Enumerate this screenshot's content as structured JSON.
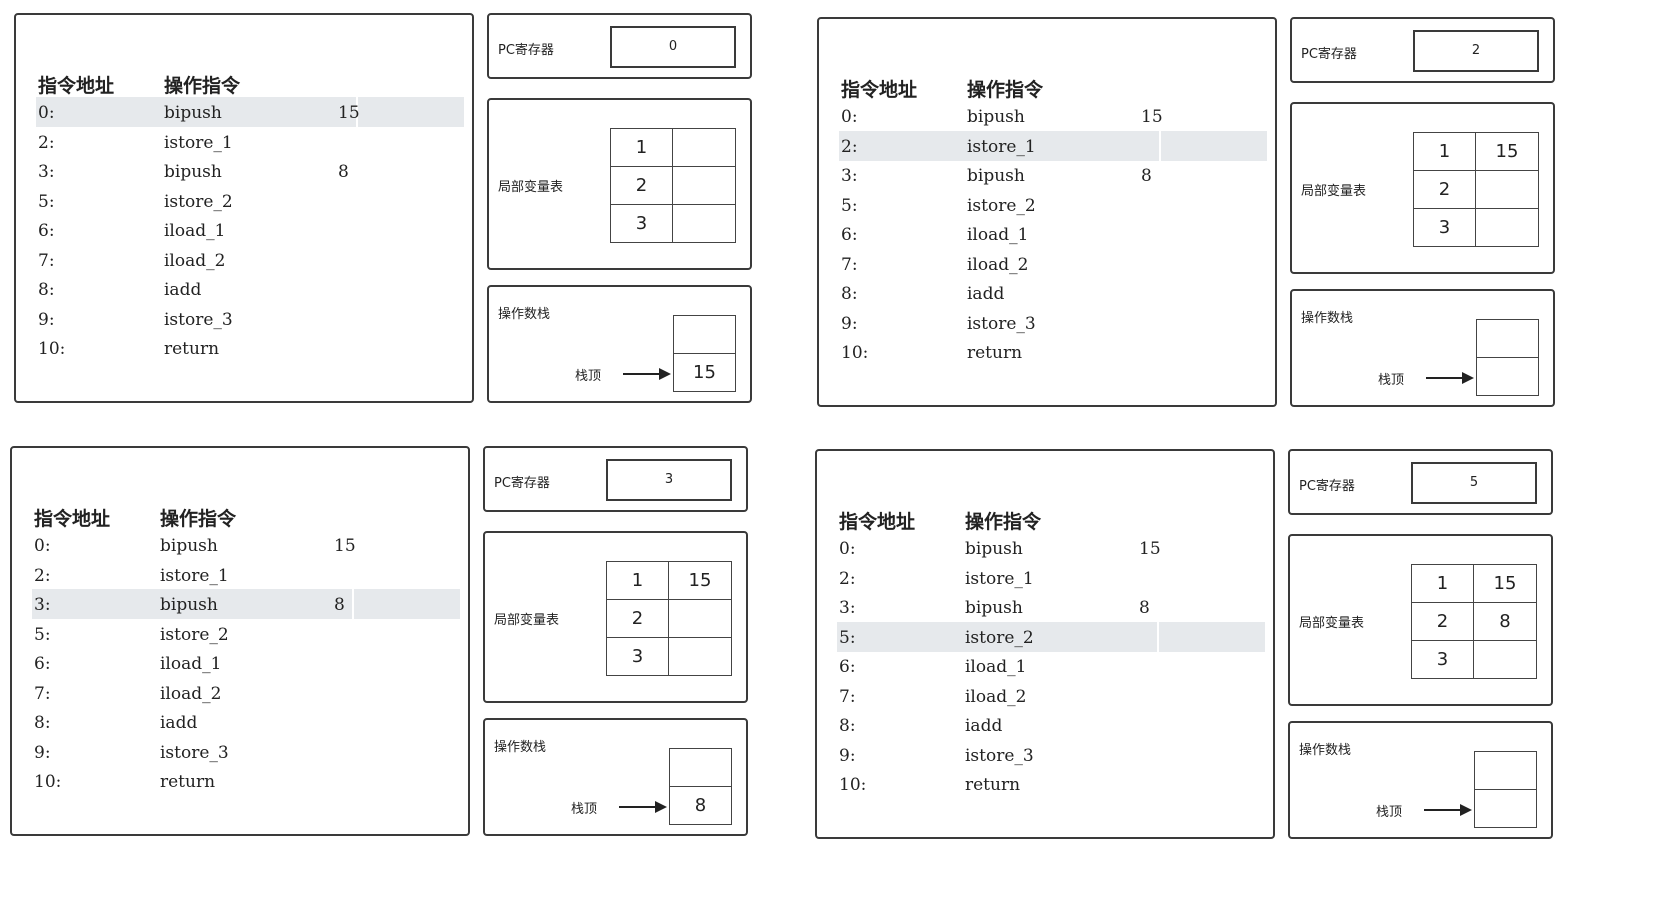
{
  "labels": {
    "addr_header": "指令地址",
    "op_header": "操作指令",
    "pc": "PC寄存器",
    "locals": "局部变量表",
    "stack": "操作数栈",
    "stack_top": "栈顶"
  },
  "instructions": [
    {
      "addr": "0:",
      "op": "bipush",
      "arg": "15"
    },
    {
      "addr": "2:",
      "op": "istore_1",
      "arg": ""
    },
    {
      "addr": "3:",
      "op": "bipush",
      "arg": "8"
    },
    {
      "addr": "5:",
      "op": "istore_2",
      "arg": ""
    },
    {
      "addr": "6:",
      "op": "iload_1",
      "arg": ""
    },
    {
      "addr": "7:",
      "op": "iload_2",
      "arg": ""
    },
    {
      "addr": "8:",
      "op": "iadd",
      "arg": ""
    },
    {
      "addr": "9:",
      "op": "istore_3",
      "arg": ""
    },
    {
      "addr": "10:",
      "op": "return",
      "arg": ""
    }
  ],
  "states": [
    {
      "pc": "0",
      "highlight": 0,
      "locals": [
        {
          "idx": "1",
          "val": ""
        },
        {
          "idx": "2",
          "val": ""
        },
        {
          "idx": "3",
          "val": ""
        }
      ],
      "stack": [
        "",
        "15"
      ]
    },
    {
      "pc": "2",
      "highlight": 1,
      "locals": [
        {
          "idx": "1",
          "val": "15"
        },
        {
          "idx": "2",
          "val": ""
        },
        {
          "idx": "3",
          "val": ""
        }
      ],
      "stack": [
        "",
        ""
      ]
    },
    {
      "pc": "3",
      "highlight": 2,
      "locals": [
        {
          "idx": "1",
          "val": "15"
        },
        {
          "idx": "2",
          "val": ""
        },
        {
          "idx": "3",
          "val": ""
        }
      ],
      "stack": [
        "",
        "8"
      ]
    },
    {
      "pc": "5",
      "highlight": 3,
      "locals": [
        {
          "idx": "1",
          "val": "15"
        },
        {
          "idx": "2",
          "val": "8"
        },
        {
          "idx": "3",
          "val": ""
        }
      ],
      "stack": [
        "",
        ""
      ]
    }
  ]
}
